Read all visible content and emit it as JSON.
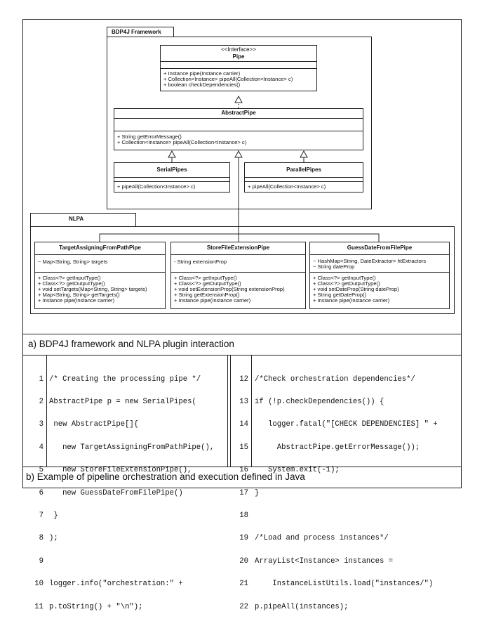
{
  "framework": {
    "package_label": "BDP4J Framework",
    "pipe": {
      "stereotype": "<<Interface>>",
      "name": "Pipe",
      "methods": [
        "+ Instance pipe(Instance carrier)",
        "+ Collection<Instance> pipeAll(Collection<Instance> c)",
        "+ boolean checkDependencies()"
      ]
    },
    "abstract_pipe": {
      "name": "AbstractPipe",
      "methods": [
        "+ String getErrorMessage()",
        "+ Collection<Instance> pipeAll(Collection<Instance> c)"
      ]
    },
    "serial_pipes": {
      "name": "SerialPipes",
      "methods": [
        "+ pipeAll(Collection<Instance> c)"
      ]
    },
    "parallel_pipes": {
      "name": "ParallelPipes",
      "methods": [
        "+ pipeAll(Collection<Instance> c)"
      ]
    }
  },
  "plugin": {
    "package_label": "NLPA",
    "classes": [
      {
        "name": "TargetAssigningFromPathPipe",
        "attributes": [
          "~ Map<String, String> targets"
        ],
        "methods": [
          "+ Class<?> getInputType()",
          "+ Class<?> getOutputType()",
          "+ void setTargets(Map<String, String> targets)",
          "+ Map<String, String> getTargets()",
          "+ Instance pipe(Instance carrier)"
        ]
      },
      {
        "name": "StoreFileExtensionPipe",
        "attributes": [
          "- String extensionProp"
        ],
        "methods": [
          "+ Class<?> getInputType()",
          "+ Class<?> getOutputType()",
          "+ void setExtensionProp(String extensionProp)",
          "+ String getExtensionProp()",
          "+ Instance pipe(Instance carrier)"
        ]
      },
      {
        "name": "GuessDateFromFilePipe",
        "attributes": [
          "~ HashMap<String, DateExtractor> htExtractors",
          "~ String dateProp"
        ],
        "methods": [
          "+ Class<?> getInputType()",
          "+ Class<?> getOutputType()",
          "+ void setDateProp(String dateProp)",
          "+ String getDateProp()",
          "+ Instance pipe(Instance carrier)"
        ]
      }
    ]
  },
  "caption_a": "a)  BDP4J framework and NLPA plugin interaction",
  "code_left": [
    {
      "n": "1",
      "text": "/* Creating the processing pipe */"
    },
    {
      "n": "2",
      "text": "AbstractPipe p = new SerialPipes("
    },
    {
      "n": "3",
      "text": " new AbstractPipe[]{"
    },
    {
      "n": "4",
      "text": "   new TargetAssigningFromPathPipe(),"
    },
    {
      "n": "5",
      "text": "   new StoreFileExtensionPipe(),"
    },
    {
      "n": "6",
      "text": "   new GuessDateFromFilePipe()"
    },
    {
      "n": "7",
      "text": " }"
    },
    {
      "n": "8",
      "text": ");"
    },
    {
      "n": "9",
      "text": ""
    },
    {
      "n": "10",
      "text": "logger.info(\"orchestration:\" +"
    },
    {
      "n": "11",
      "text": "p.toString() + \"\\n\");"
    }
  ],
  "code_right": [
    {
      "n": "12",
      "text": "/*Check orchestration dependencies*/"
    },
    {
      "n": "13",
      "text": "if (!p.checkDependencies()) {"
    },
    {
      "n": "14",
      "text": "   logger.fatal(\"[CHECK DEPENDENCIES] \" +"
    },
    {
      "n": "15",
      "text": "     AbstractPipe.getErrorMessage());"
    },
    {
      "n": "16",
      "text": "   System.exit(-1);"
    },
    {
      "n": "17",
      "text": "}"
    },
    {
      "n": "18",
      "text": ""
    },
    {
      "n": "19",
      "text": "/*Load and process instances*/"
    },
    {
      "n": "20",
      "text": "ArrayList<Instance> instances ="
    },
    {
      "n": "21",
      "text": "    InstanceListUtils.load(\"instances/\")"
    },
    {
      "n": "22",
      "text": "p.pipeAll(instances);"
    }
  ],
  "caption_b": "b) Example of pipeline orchestration and execution defined in Java"
}
